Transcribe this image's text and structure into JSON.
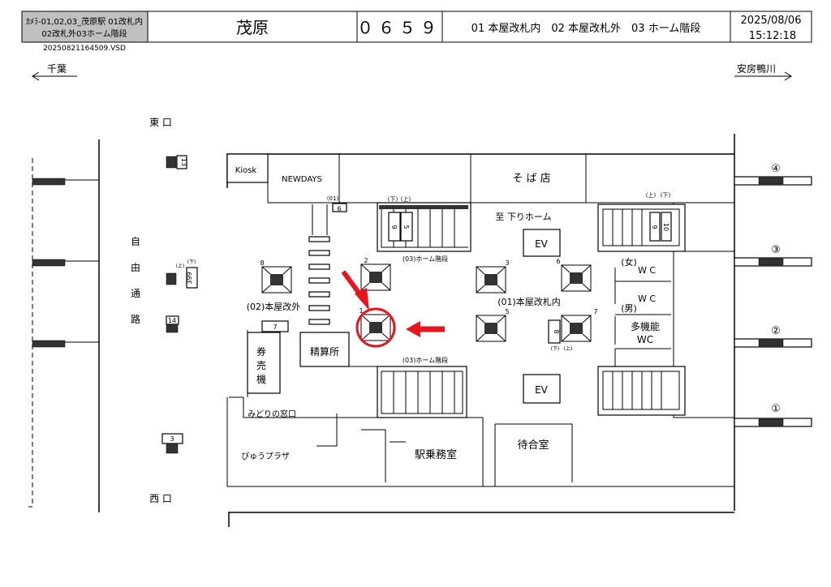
{
  "header": {
    "file_line1": "ｶﾒﾗ-01,02,03_茂原駅 01改札内",
    "file_line2": "02改札外03ホーム階段",
    "file_name": "20250821164509.VSD",
    "station": "茂原",
    "code": "０６５９",
    "areas": "01 本屋改札内　02 本屋改札外　03 ホーム階段",
    "date": "2025/08/06",
    "time": "15:12:18"
  },
  "directions": {
    "left": "千葉",
    "right": "安房鴨川"
  },
  "labels": {
    "east_exit": "東 口",
    "west_exit": "西 口",
    "free_passage": [
      "自",
      "由",
      "通",
      "路"
    ],
    "outside_gate": "(02)本屋改外",
    "inside_gate": "(01)本屋改札内",
    "to_down_platform": "至 下りホーム",
    "stairs_top": "(03)ホーム階段",
    "stairs_bottom": "(03)ホーム階段",
    "kiosk": "Kiosk",
    "newdays": "NEWDAYS",
    "soba": "そ ば 店",
    "ev1": "EV",
    "ev2": "EV",
    "wc_female": "(女)",
    "wc_female_label": "W C",
    "wc_male": "(男)",
    "wc_male_label": "W C",
    "multi_wc_1": "多機能",
    "multi_wc_2": "WC",
    "fare_adjust": "精算所",
    "ticket_machine": [
      "券",
      "売",
      "機"
    ],
    "midori": "みどりの窓口",
    "view_plaza": "びゅうプラザ",
    "crew_room": "駅乗務室",
    "waiting_room": "待合室",
    "up": "(上)",
    "down": "(下)",
    "gate01": "(01)"
  },
  "cameras": [
    "8",
    "2",
    "1",
    "3",
    "6",
    "5",
    "7"
  ],
  "markers": [
    "13",
    "399",
    "14",
    "3",
    "7",
    "8",
    "9",
    "5",
    "9",
    "10",
    "6"
  ],
  "platforms": [
    "④",
    "③",
    "②",
    "①"
  ],
  "highlight_color": "#e8141e"
}
